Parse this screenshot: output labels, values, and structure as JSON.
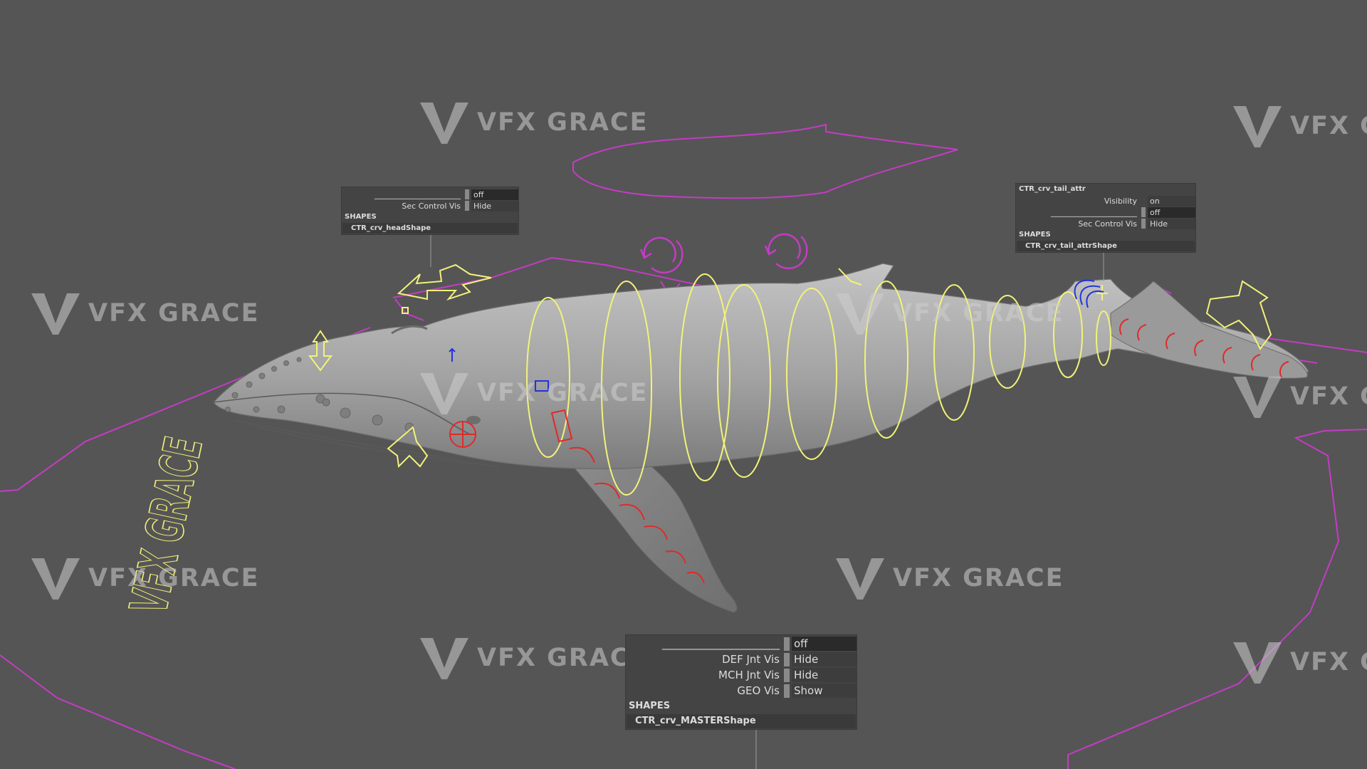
{
  "watermark": {
    "brand": "VFX GRACE"
  },
  "floor_text": "VFX GRACE",
  "panels": {
    "head": {
      "rows": [
        {
          "label": "______________________",
          "value": "off",
          "dark": true
        },
        {
          "label": "Sec Control Vis",
          "value": "Hide",
          "dark": false
        }
      ],
      "section": "SHAPES",
      "shape": "CTR_crv_headShape"
    },
    "tail": {
      "title": "CTR_crv_tail_attr",
      "rows": [
        {
          "label": "Visibility",
          "value": "on",
          "dark": false
        },
        {
          "label": "______________________",
          "value": "off",
          "dark": true
        },
        {
          "label": "Sec Control Vis",
          "value": "Hide",
          "dark": false
        }
      ],
      "section": "SHAPES",
      "shape": "CTR_crv_tail_attrShape"
    },
    "master": {
      "rows": [
        {
          "label": "______________________",
          "value": "off",
          "dark": true
        },
        {
          "label": "DEF Jnt Vis",
          "value": "Hide",
          "dark": false
        },
        {
          "label": "MCH Jnt Vis",
          "value": "Hide",
          "dark": false
        },
        {
          "label": "GEO Vis",
          "value": "Show",
          "dark": false
        }
      ],
      "section": "SHAPES",
      "shape": "CTR_crv_MASTERShape"
    }
  },
  "colors": {
    "viewport_bg": "#555555",
    "whale": "#a0a0a0",
    "yellow_ctrl": "#f2f27a",
    "red_ctrl": "#e02a2a",
    "blue_ctrl": "#2233dd",
    "magenta_ctrl": "#c43cc4"
  }
}
